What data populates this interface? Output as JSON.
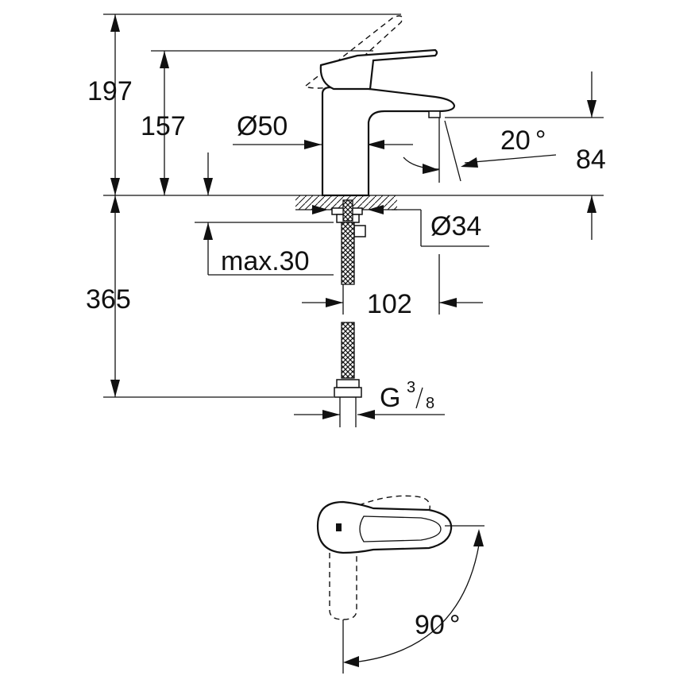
{
  "dimensions": {
    "total_height": "197",
    "spout_height": "157",
    "body_diameter": "Ø50",
    "spout_angle": "20",
    "spout_outlet_height": "84",
    "mount_hole_diameter": "Ø34",
    "max_deck_thickness": "max.30",
    "projection": "102",
    "hose_length": "365",
    "connection_thread": "G",
    "thread_numerator": "3",
    "thread_denominator": "8",
    "handle_rotation": "90",
    "degree_symbol": "°"
  }
}
